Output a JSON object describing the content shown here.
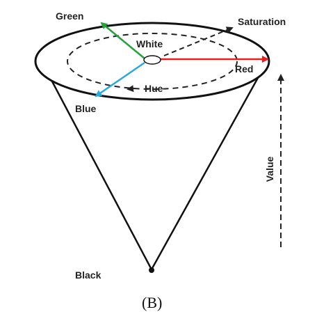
{
  "labels": {
    "green": "Green",
    "saturation": "Saturation",
    "white": "White",
    "red": "Red",
    "blue": "Blue",
    "hue": "Hue",
    "value": "Value",
    "black": "Black"
  },
  "caption": "(B)",
  "colors": {
    "outline": "#111111",
    "red_arrow": "#ee1c1c",
    "green_arrow": "#23a33a",
    "blue_arrow": "#27a9e1",
    "dashed": "#222222"
  }
}
